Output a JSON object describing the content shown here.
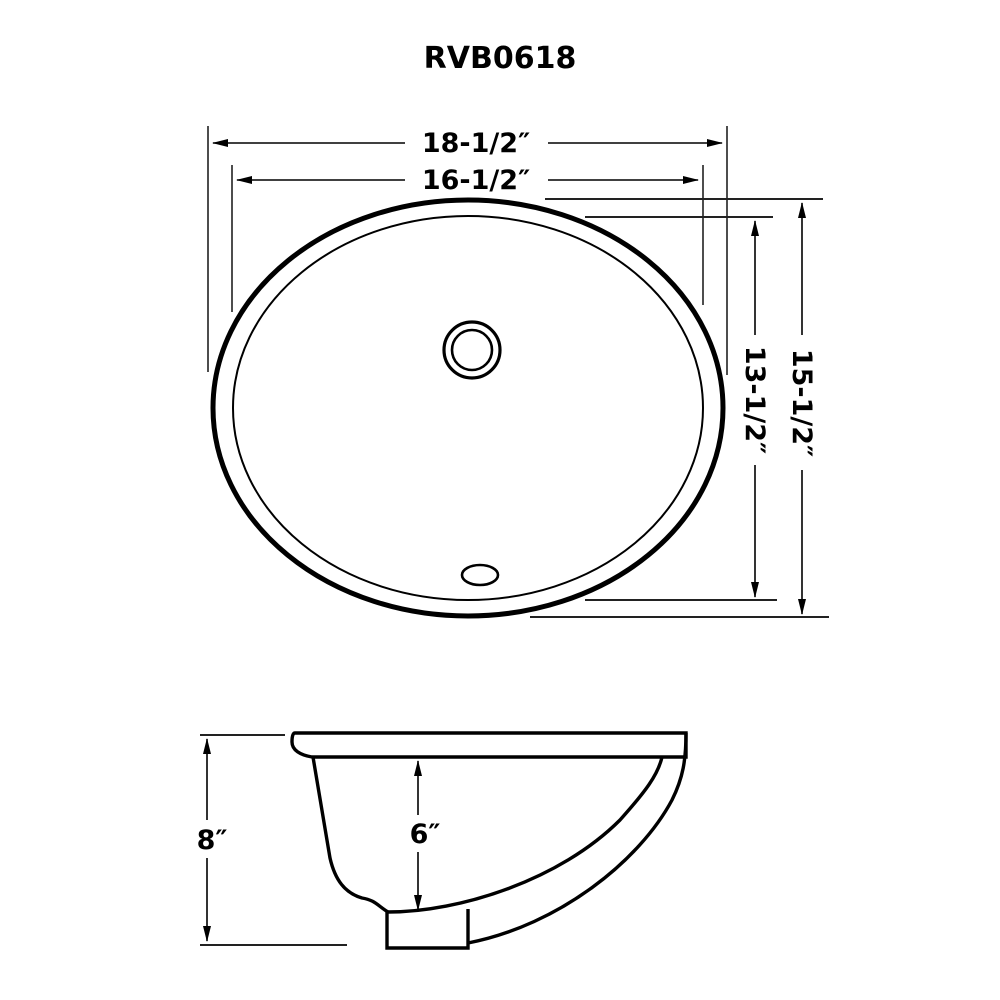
{
  "title": "RVB0618",
  "top_view": {
    "outer_width_label": "18-1/2″",
    "inner_width_label": "16-1/2″",
    "inner_depth_label": "13-1/2″",
    "outer_depth_label": "15-1/2″"
  },
  "side_view": {
    "overall_height_label": "8″",
    "bowl_depth_label": "6″"
  },
  "colors": {
    "line": "#000000",
    "background": "#ffffff"
  }
}
